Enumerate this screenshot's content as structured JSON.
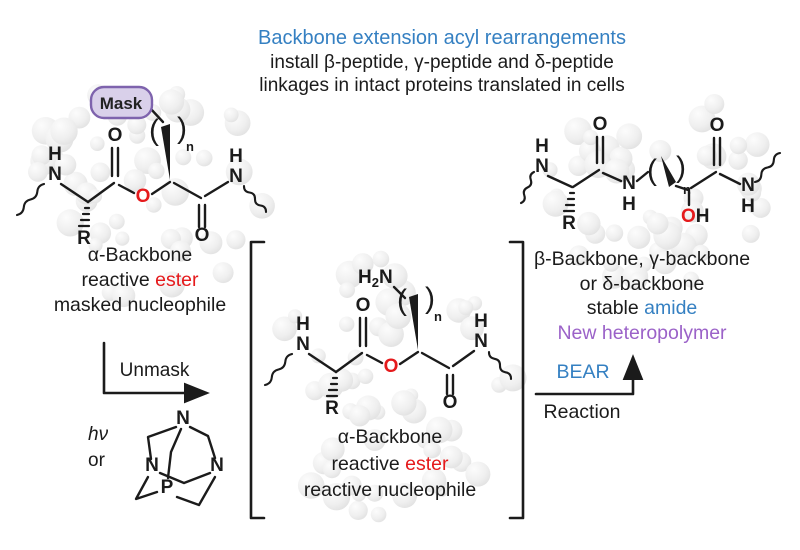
{
  "title": {
    "line1": "Backbone extension acyl rearrangements",
    "line2": "install β-peptide, γ-peptide and δ-peptide",
    "line3": "linkages in intact proteins translated in cells"
  },
  "colors": {
    "blue": "#3580c2",
    "red": "#e51a1c",
    "purple": "#9b62c8",
    "mask_fill": "#d9d0ea",
    "mask_stroke": "#7e63ad",
    "ink": "#1b1b1b"
  },
  "atoms": {
    "N": "N",
    "H": "H",
    "O": "O",
    "R": "R",
    "P": "P",
    "n": "n",
    "H2N_H": "H",
    "H2N_sub": "2",
    "H2N_N": "N",
    "OH_O": "O",
    "OH_H": "H"
  },
  "glyphs": {
    "open_paren": "(",
    "close_paren": ")"
  },
  "mask": {
    "label": "Mask"
  },
  "captions": {
    "left": {
      "line1": "α-Backbone",
      "line2_black": "reactive ",
      "line2_red": "ester",
      "line3": "masked nucleophile"
    },
    "middle": {
      "line1": "α-Backbone",
      "line2_black": "reactive ",
      "line2_red": "ester",
      "line3": "reactive nucleophile"
    },
    "right": {
      "line1": "β-Backbone, γ-backbone",
      "line2": "or δ-backbone",
      "line3_black": "stable ",
      "line3_blue": "amide",
      "line4": "New heteropolymer"
    }
  },
  "arrows": {
    "unmask": "Unmask",
    "hv": "hν",
    "or": "or",
    "bear": "BEAR",
    "reaction": "Reaction"
  }
}
